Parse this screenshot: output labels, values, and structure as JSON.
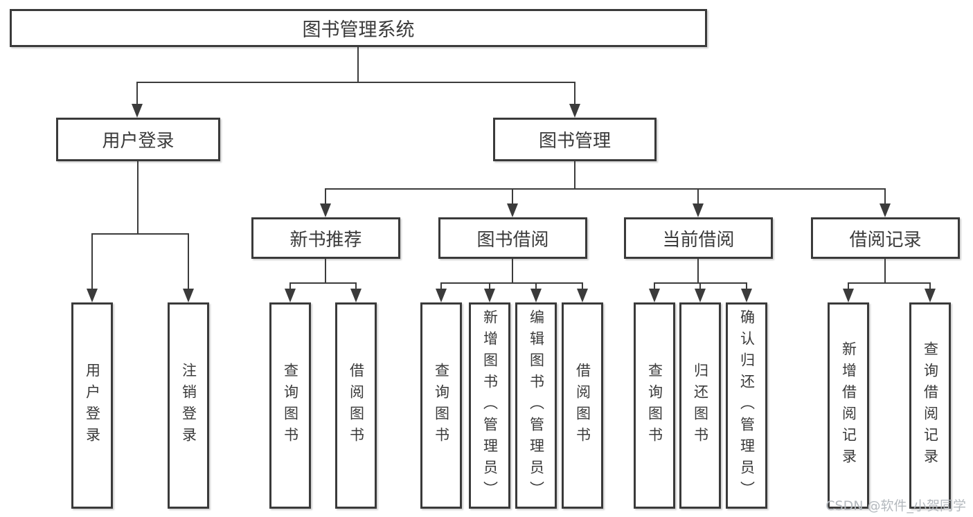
{
  "diagram_title": "图书管理系统",
  "tree": {
    "root": {
      "label": "图书管理系统"
    },
    "branches": [
      {
        "label": "用户登录",
        "children": [
          "用户登录",
          "注销登录"
        ]
      },
      {
        "label": "图书管理",
        "groups": [
          {
            "label": "新书推荐",
            "children": [
              "查询图书",
              "借阅图书"
            ]
          },
          {
            "label": "图书借阅",
            "children": [
              "查询图书",
              "新增图书（管理员）",
              "编辑图书（管理员）",
              "借阅图书"
            ]
          },
          {
            "label": "当前借阅",
            "children": [
              "查询图书",
              "归还图书",
              "确认归还（管理员）"
            ]
          },
          {
            "label": "借阅记录",
            "children": [
              "新增借阅记录",
              "查询借阅记录"
            ]
          }
        ]
      }
    ]
  },
  "watermark": {
    "text": "CSDN @软件_小贺同学",
    "color": "#b4b9be"
  },
  "colors": {
    "line": "#3b3b3b",
    "border": "#3a3a3a",
    "text": "#3a3a3a",
    "background": "#ffffff"
  }
}
